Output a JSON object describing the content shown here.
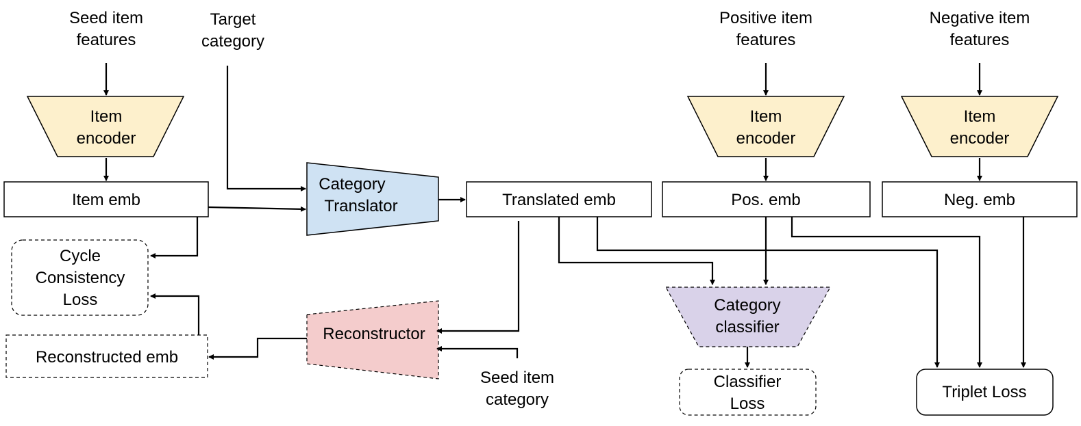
{
  "inputs": {
    "seed_features": [
      "Seed item",
      "features"
    ],
    "target_category": [
      "Target",
      "category"
    ],
    "positive_features": [
      "Positive item",
      "features"
    ],
    "negative_features": [
      "Negative item",
      "features"
    ],
    "seed_category": [
      "Seed item",
      "category"
    ]
  },
  "encoders": {
    "seed": [
      "Item",
      "encoder"
    ],
    "positive": [
      "Item",
      "encoder"
    ],
    "negative": [
      "Item",
      "encoder"
    ]
  },
  "embeddings": {
    "item": "Item emb",
    "translated": "Translated emb",
    "positive": "Pos. emb",
    "negative": "Neg. emb",
    "reconstructed": "Reconstructed emb"
  },
  "modules": {
    "translator": [
      "Category",
      "Translator"
    ],
    "reconstructor": "Reconstructor",
    "classifier": [
      "Category",
      "classifier"
    ]
  },
  "losses": {
    "cycle": [
      "Cycle",
      "Consistency",
      "Loss"
    ],
    "classifier": [
      "Classifier",
      "Loss"
    ],
    "triplet": "Triplet Loss"
  },
  "colors": {
    "encoder_fill": "#fdf0cc",
    "translator_fill": "#cfe2f3",
    "reconstructor_fill": "#f4cccc",
    "classifier_fill": "#d9d2e9",
    "stroke": "#000000"
  }
}
